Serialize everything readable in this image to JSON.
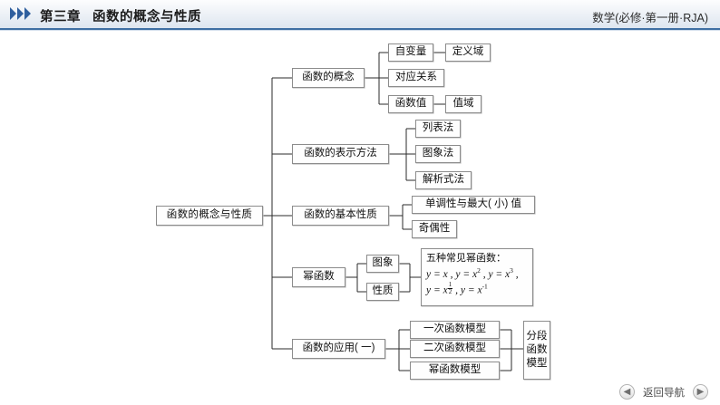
{
  "header": {
    "chapter": "第三章",
    "title": "函数的概念与性质",
    "right": "数学(必修·第一册·RJA)",
    "accent_color": "#2f5f9e",
    "rule_color": "#3f6fa3",
    "chevron_icon": "chevron-right-icon"
  },
  "diagram": {
    "type": "tree-concept-map",
    "root": "函数的概念与性质",
    "branches": [
      {
        "label": "函数的概念",
        "children": [
          {
            "label": "自变量",
            "child": "定义域"
          },
          {
            "label": "对应关系",
            "child": ""
          },
          {
            "label": "函数值",
            "child": "值域"
          }
        ]
      },
      {
        "label": "函数的表示方法",
        "children": [
          {
            "label": "列表法",
            "child": ""
          },
          {
            "label": "图象法",
            "child": ""
          },
          {
            "label": "解析式法",
            "child": ""
          }
        ]
      },
      {
        "label": "函数的基本性质",
        "children": [
          {
            "label": "单调性与最大( 小) 值",
            "child": ""
          },
          {
            "label": "奇偶性",
            "child": ""
          }
        ]
      },
      {
        "label": "幂函数",
        "children": [
          {
            "label": "图象",
            "child": ""
          },
          {
            "label": "性质",
            "child": ""
          }
        ],
        "formula_box": {
          "title": "五种常见幂函数：",
          "line2_a": "y = x",
          "line2_b": "y = x",
          "line2_b_sup": "2",
          "line2_c": "y = x",
          "line2_c_sup": "3",
          "line3_a": "y = x",
          "line3_a_frac_num": "1",
          "line3_a_frac_den": "2",
          "line3_b": "y = x",
          "line3_b_sup": "-1"
        }
      },
      {
        "label": "函数的应用( 一)",
        "children": [
          {
            "label": "一次函数模型",
            "child": ""
          },
          {
            "label": "二次函数模型",
            "child": ""
          },
          {
            "label": "幂函数模型",
            "child": ""
          }
        ],
        "merge_box": {
          "l1": "分段",
          "l2": "函数",
          "l3": "模型"
        }
      }
    ]
  },
  "footer": {
    "prev_icon": "arrow-left-icon",
    "next_icon": "arrow-right-icon",
    "label": "返回导航"
  }
}
